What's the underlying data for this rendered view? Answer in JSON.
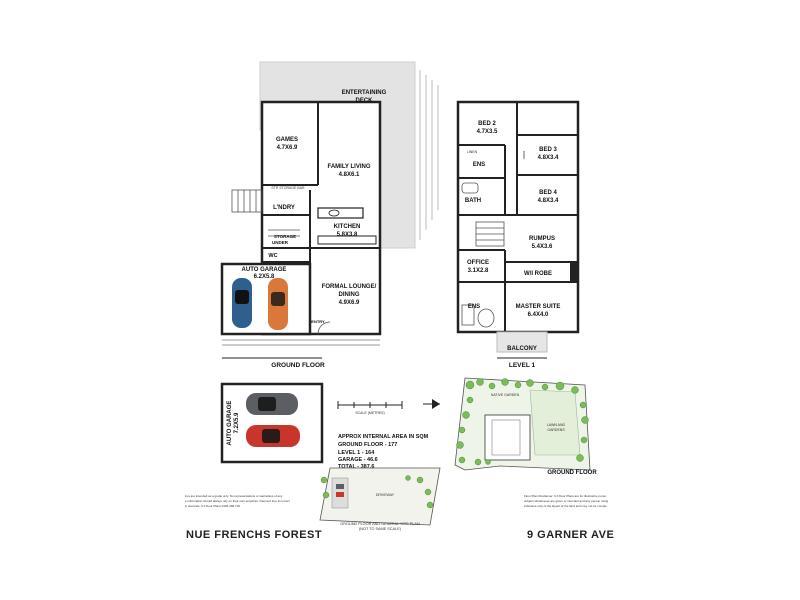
{
  "ground_floor": {
    "title": "GROUND FLOOR",
    "rooms": {
      "entertaining": {
        "name": "ENTERTAINING",
        "name2": "DECK"
      },
      "games": {
        "name": "GAMES",
        "size": "4.7X6.9"
      },
      "family": {
        "name": "FAMILY LIVING",
        "size": "4.8X6.1"
      },
      "kitchen": {
        "name": "KITCHEN",
        "size": "5.8X3.8"
      },
      "laundry": {
        "name": "L'NDRY"
      },
      "storage": {
        "name": "STORAGE",
        "name2": "UNDER"
      },
      "wc": {
        "name": "WC"
      },
      "garage": {
        "name": "AUTO GARAGE",
        "size": "6.2X5.8"
      },
      "formal": {
        "name": "FORMAL LOUNGE/",
        "name2": "DINING",
        "size": "4.9X6.9"
      },
      "entry": {
        "name": "ENTRY"
      },
      "storage_small": {
        "name": "STR STORAGE BAR"
      }
    }
  },
  "level1": {
    "title": "LEVEL 1",
    "rooms": {
      "bed2": {
        "name": "BED 2",
        "size": "4.7X3.5"
      },
      "bed3": {
        "name": "BED 3",
        "size": "4.8X3.4"
      },
      "bed4": {
        "name": "BED 4",
        "size": "4.8X3.4"
      },
      "ens1": {
        "name": "ENS"
      },
      "bath": {
        "name": "BATH"
      },
      "rumpus": {
        "name": "RUMPUS",
        "size": "5.4X3.6"
      },
      "office": {
        "name": "OFFICE",
        "size": "3.1X2.8"
      },
      "wirobe": {
        "name": "W/I ROBE"
      },
      "ens2": {
        "name": "ENS"
      },
      "master": {
        "name": "MASTER SUITE",
        "size": "6.4X4.0"
      },
      "balcony": {
        "name": "BALCONY"
      },
      "robe_small": {
        "name": "ROBE"
      },
      "linen": {
        "name": "LINEN"
      }
    }
  },
  "detached_garage": {
    "name": "AUTO GARAGE",
    "size": "7.2X5.9"
  },
  "area": {
    "heading": "APPROX INTERNAL AREA IN SQM",
    "ground": "GROUND FLOOR - 177",
    "level1": "LEVEL 1 - 164",
    "garage": "GARAGE - 46.6",
    "total": "TOTAL - 387.6"
  },
  "scale_label": "SCALE (METRES)",
  "site_plan": {
    "caption1": "GROUND FLOOR AND GENERAL SITE PLAN",
    "caption2": "(NOT TO SAME SCALE)",
    "label": "GROUND FLOOR",
    "native": "NATIVE GARDEN",
    "lawn1": "LAWN AND",
    "lawn2": "GARDENS",
    "driveway": "DRIVEWAY"
  },
  "disclaimer_left": "ires are intended as a guide only. No representations or warranties of any",
  "disclaimer_left2": "e information should always rely on their own enquiries. Deemed true & correct",
  "disclaimer_left3": "ly accurate.   CJ Floor Plans 0406 468 720",
  "disclaimer_right": "Floor Plan Disclaimer: CJ Floor Plans are for illustrative purpo",
  "disclaimer_right2": "subject whatsoever are given or intended and any person using",
  "disclaimer_right3": "indicative only of the layout of the land and may not be comple",
  "footer_left": "NUE  FRENCHS FOREST",
  "footer_right": "9 GARNER AVEN"
}
